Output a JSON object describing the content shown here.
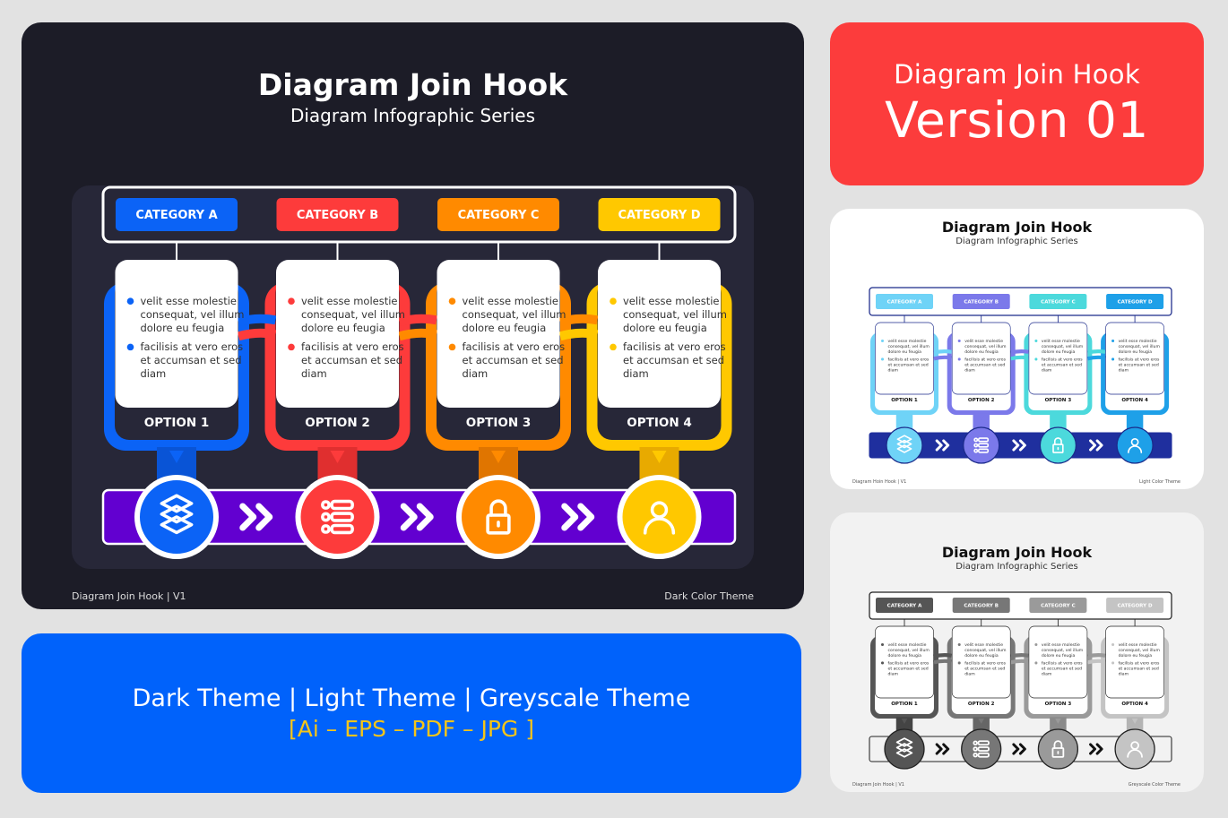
{
  "dark_theme": {
    "title": "Diagram Join Hook",
    "subtitle": "Diagram Infographic Series",
    "footer_left": "Diagram Join Hook | V1",
    "footer_right": "Dark Color Theme",
    "colors": {
      "background": "#1c1c27",
      "panel": "#272738",
      "frame": "#ffffff",
      "bar": "#6200d0",
      "bar_border": "#ffffff",
      "title": "#ffffff",
      "label": "#ffffff",
      "option_bg": "#272738",
      "option_text": "#ffffff"
    },
    "columns": [
      {
        "category": "CATEGORY A",
        "option": "OPTION 1",
        "color": "#0b63f6",
        "stem": "#0954d6",
        "icon": "layers"
      },
      {
        "category": "CATEGORY B",
        "option": "OPTION 2",
        "color": "#fd3b3b",
        "stem": "#e02f2f",
        "icon": "list"
      },
      {
        "category": "CATEGORY C",
        "option": "OPTION 3",
        "color": "#ff8a00",
        "stem": "#e07500",
        "icon": "lock"
      },
      {
        "category": "CATEGORY D",
        "option": "OPTION 4",
        "color": "#ffc800",
        "stem": "#e8aa00",
        "icon": "user"
      }
    ]
  },
  "light_theme": {
    "title": "Diagram Join Hook",
    "subtitle": "Diagram Infographic Series",
    "footer_left": "Diagram Hoin Hook | V1",
    "footer_right": "Light Color Theme",
    "colors": {
      "background": "#ffffff",
      "frame": "#1b2a8a",
      "bar": "#1f2f9e",
      "title": "#111111",
      "label": "#ffffff",
      "option_bg": "#ffffff",
      "option_text": "#111111"
    },
    "columns": [
      {
        "category": "CATEGORY A",
        "option": "OPTION 1",
        "color": "#6fd3f7",
        "stem": "#6fd3f7",
        "icon": "layers"
      },
      {
        "category": "CATEGORY B",
        "option": "OPTION 2",
        "color": "#7b79ea",
        "stem": "#7b79ea",
        "icon": "list"
      },
      {
        "category": "CATEGORY C",
        "option": "OPTION 3",
        "color": "#4cd9dc",
        "stem": "#4cd9dc",
        "icon": "lock"
      },
      {
        "category": "CATEGORY D",
        "option": "OPTION 4",
        "color": "#1ea0e8",
        "stem": "#1ea0e8",
        "icon": "user"
      }
    ]
  },
  "grey_theme": {
    "title": "Diagram Join Hook",
    "subtitle": "Diagram Infographic Series",
    "footer_left": "Diagram Join Hook | V1",
    "footer_right": "Greyscale Color Theme",
    "colors": {
      "background": "#f2f2f2",
      "frame": "#222222",
      "bar": "#f2f2f2",
      "title": "#111111",
      "label": "#ffffff",
      "option_bg": "#ffffff",
      "option_text": "#111111"
    },
    "columns": [
      {
        "category": "CATEGORY A",
        "option": "OPTION 1",
        "color": "#555555",
        "stem": "#444444",
        "icon": "layers"
      },
      {
        "category": "CATEGORY B",
        "option": "OPTION 2",
        "color": "#777777",
        "stem": "#666666",
        "icon": "list"
      },
      {
        "category": "CATEGORY C",
        "option": "OPTION 3",
        "color": "#9a9a9a",
        "stem": "#8a8a8a",
        "icon": "lock"
      },
      {
        "category": "CATEGORY D",
        "option": "OPTION 4",
        "color": "#c4c4c4",
        "stem": "#b4b4b4",
        "icon": "user"
      }
    ]
  },
  "bullets": [
    "velit esse molestie consequat, vel illum dolore eu feugia",
    "facilisis at vero eros et accumsan et sed diam"
  ],
  "bullet_lines": [
    [
      "velit esse molestie",
      "consequat, vel illum",
      "dolore eu feugia"
    ],
    [
      "facilisis at vero eros",
      "et accumsan et sed",
      "diam"
    ]
  ],
  "version_card": {
    "title": "Diagram Join Hook",
    "version": "Version 01"
  },
  "formats_card": {
    "themes": "Dark Theme | Light Theme | Greyscale Theme",
    "formats": "[Ai – EPS – PDF – JPG ]"
  },
  "page": {
    "background": "#e2e2e2",
    "version_card_color": "#fc3c3c",
    "formats_card_color": "#0062fb",
    "formats_accent": "#f5c518"
  }
}
